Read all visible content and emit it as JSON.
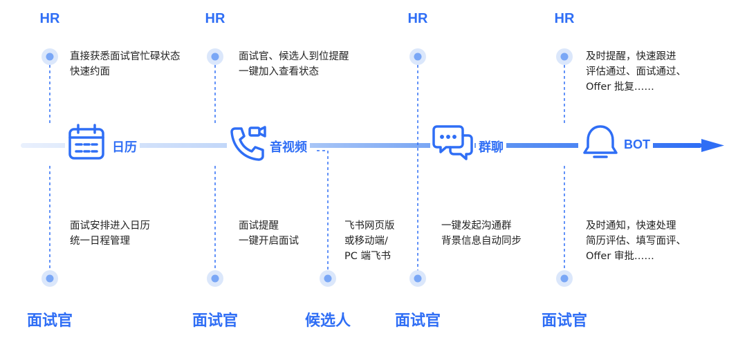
{
  "colors": {
    "accent": "#2f6ef5",
    "line_light": "#cfe0fb",
    "dot_outer": "#dbe7fb",
    "dot_inner": "#7aa7f6",
    "text": "#222222"
  },
  "columns": [
    {
      "top_role": "HR",
      "top_desc": [
        "直接获悉面试官忙碌状态",
        "快速约面"
      ],
      "feature_icon": "calendar-icon",
      "feature_label": "日历",
      "bottom_desc": [
        "面试安排进入日历",
        "统一日程管理"
      ],
      "bottom_role": "面试官"
    },
    {
      "top_role": "HR",
      "top_desc": [
        "面试官、候选人到位提醒",
        "一键加入查看状态"
      ],
      "feature_icon": "video-call-icon",
      "feature_label": "音视频",
      "bottom_desc": [
        "面试提醒",
        "一键开启面试"
      ],
      "bottom_role": "面试官"
    },
    {
      "top_role": "",
      "top_desc": [],
      "feature_icon": "",
      "feature_label": "",
      "bottom_desc": [
        "飞书网页版",
        "或移动端/",
        "PC 端飞书"
      ],
      "bottom_role": "候选人"
    },
    {
      "top_role": "HR",
      "top_desc": [],
      "feature_icon": "group-chat-icon",
      "feature_label": "群聊",
      "bottom_desc": [
        "一键发起沟通群",
        "背景信息自动同步"
      ],
      "bottom_role": "面试官"
    },
    {
      "top_role": "HR",
      "top_desc": [
        "及时提醒，快速跟进",
        "评估通过、面试通过、",
        "Offer 批复……"
      ],
      "feature_icon": "bell-icon",
      "feature_label": "BOT",
      "bottom_desc": [
        "及时通知，快速处理",
        "简历评估、填写面评、",
        "Offer 审批……"
      ],
      "bottom_role": "面试官"
    }
  ]
}
